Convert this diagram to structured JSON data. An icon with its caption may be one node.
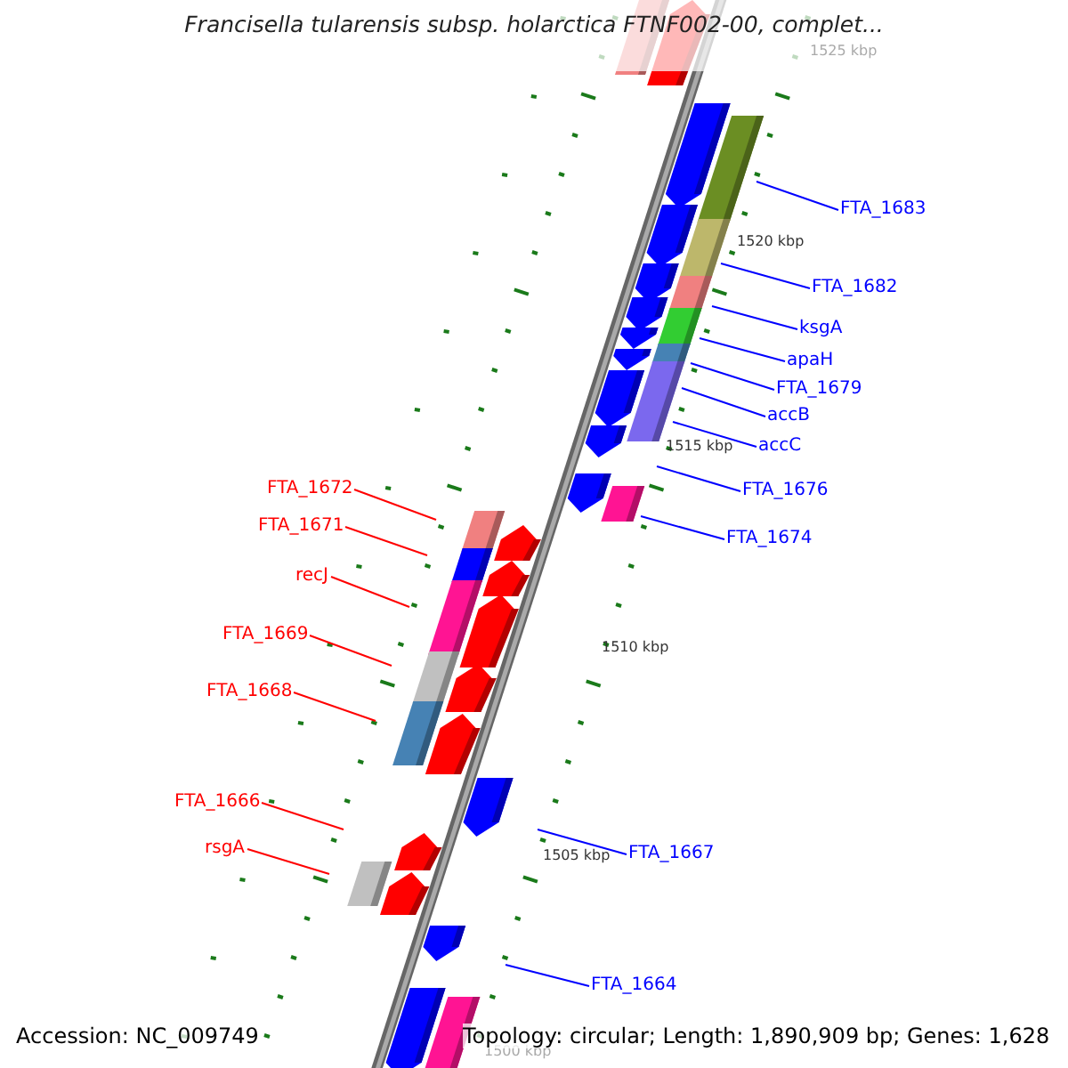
{
  "diagram": {
    "title": "Francisella tularensis subsp. holarctica FTNF002-00, complet...",
    "nodes": [
      {
        "text": [
          "FTA_1683"
        ]
      },
      {
        "text": [
          "FTA_1682"
        ]
      },
      {
        "text": [
          "ksgA"
        ]
      },
      {
        "text": [
          "apaH"
        ]
      },
      {
        "text": [
          "FTA_1679"
        ]
      },
      {
        "text": [
          "accB"
        ]
      },
      {
        "text": [
          "accC"
        ]
      },
      {
        "text": [
          "FTA_1672"
        ]
      },
      {
        "text": [
          "FTA_1676"
        ]
      },
      {
        "text": [
          "FTA_1671"
        ]
      },
      {
        "text": [
          "FTA_1674"
        ]
      },
      {
        "text": [
          "recJ"
        ]
      },
      {
        "text": [
          "FTA_1669"
        ]
      },
      {
        "text": [
          "FTA_1668"
        ]
      },
      {
        "text": [
          "FTA_1666"
        ]
      },
      {
        "text": [
          "FTA_1667"
        ]
      },
      {
        "text": [
          "rsgA"
        ]
      },
      {
        "text": [
          "FTA_1664"
        ]
      }
    ],
    "edges": [
      {
        "from": 0,
        "to": null,
        "arrow": "none"
      },
      {
        "from": 1,
        "to": null,
        "arrow": "none"
      },
      {
        "from": 2,
        "to": null,
        "arrow": "none"
      },
      {
        "from": 3,
        "to": null,
        "arrow": "none"
      },
      {
        "from": 4,
        "to": null,
        "arrow": "none"
      },
      {
        "from": 5,
        "to": null,
        "arrow": "none"
      },
      {
        "from": 6,
        "to": null,
        "arrow": "none"
      },
      {
        "from": 7,
        "to": null,
        "arrow": "none",
        "color": "#ff0000"
      },
      {
        "from": 8,
        "to": null,
        "arrow": "none"
      },
      {
        "from": 9,
        "to": null,
        "arrow": "none",
        "color": "#ff0000"
      },
      {
        "from": 10,
        "to": null,
        "arrow": "none"
      },
      {
        "from": 11,
        "to": null,
        "arrow": "none",
        "color": "#ff0000"
      },
      {
        "from": 12,
        "to": null,
        "arrow": "none",
        "color": "#ff0000"
      },
      {
        "from": 13,
        "to": null,
        "arrow": "none",
        "color": "#ff0000"
      },
      {
        "from": 14,
        "to": null,
        "arrow": "none",
        "color": "#ff0000"
      },
      {
        "from": 15,
        "to": null,
        "arrow": "none"
      },
      {
        "from": 16,
        "to": null,
        "arrow": "none",
        "color": "#ff0000"
      },
      {
        "from": 17,
        "to": null,
        "arrow": "none"
      }
    ],
    "labels": [
      "1525 kbp",
      "1520 kbp",
      "1515 kbp",
      "1510 kbp",
      "1505 kbp",
      "1500 kbp",
      "Accession: NC_009749",
      "Topology: circular; Length: 1,890,909 bp; Genes: 1,628"
    ]
  }
}
